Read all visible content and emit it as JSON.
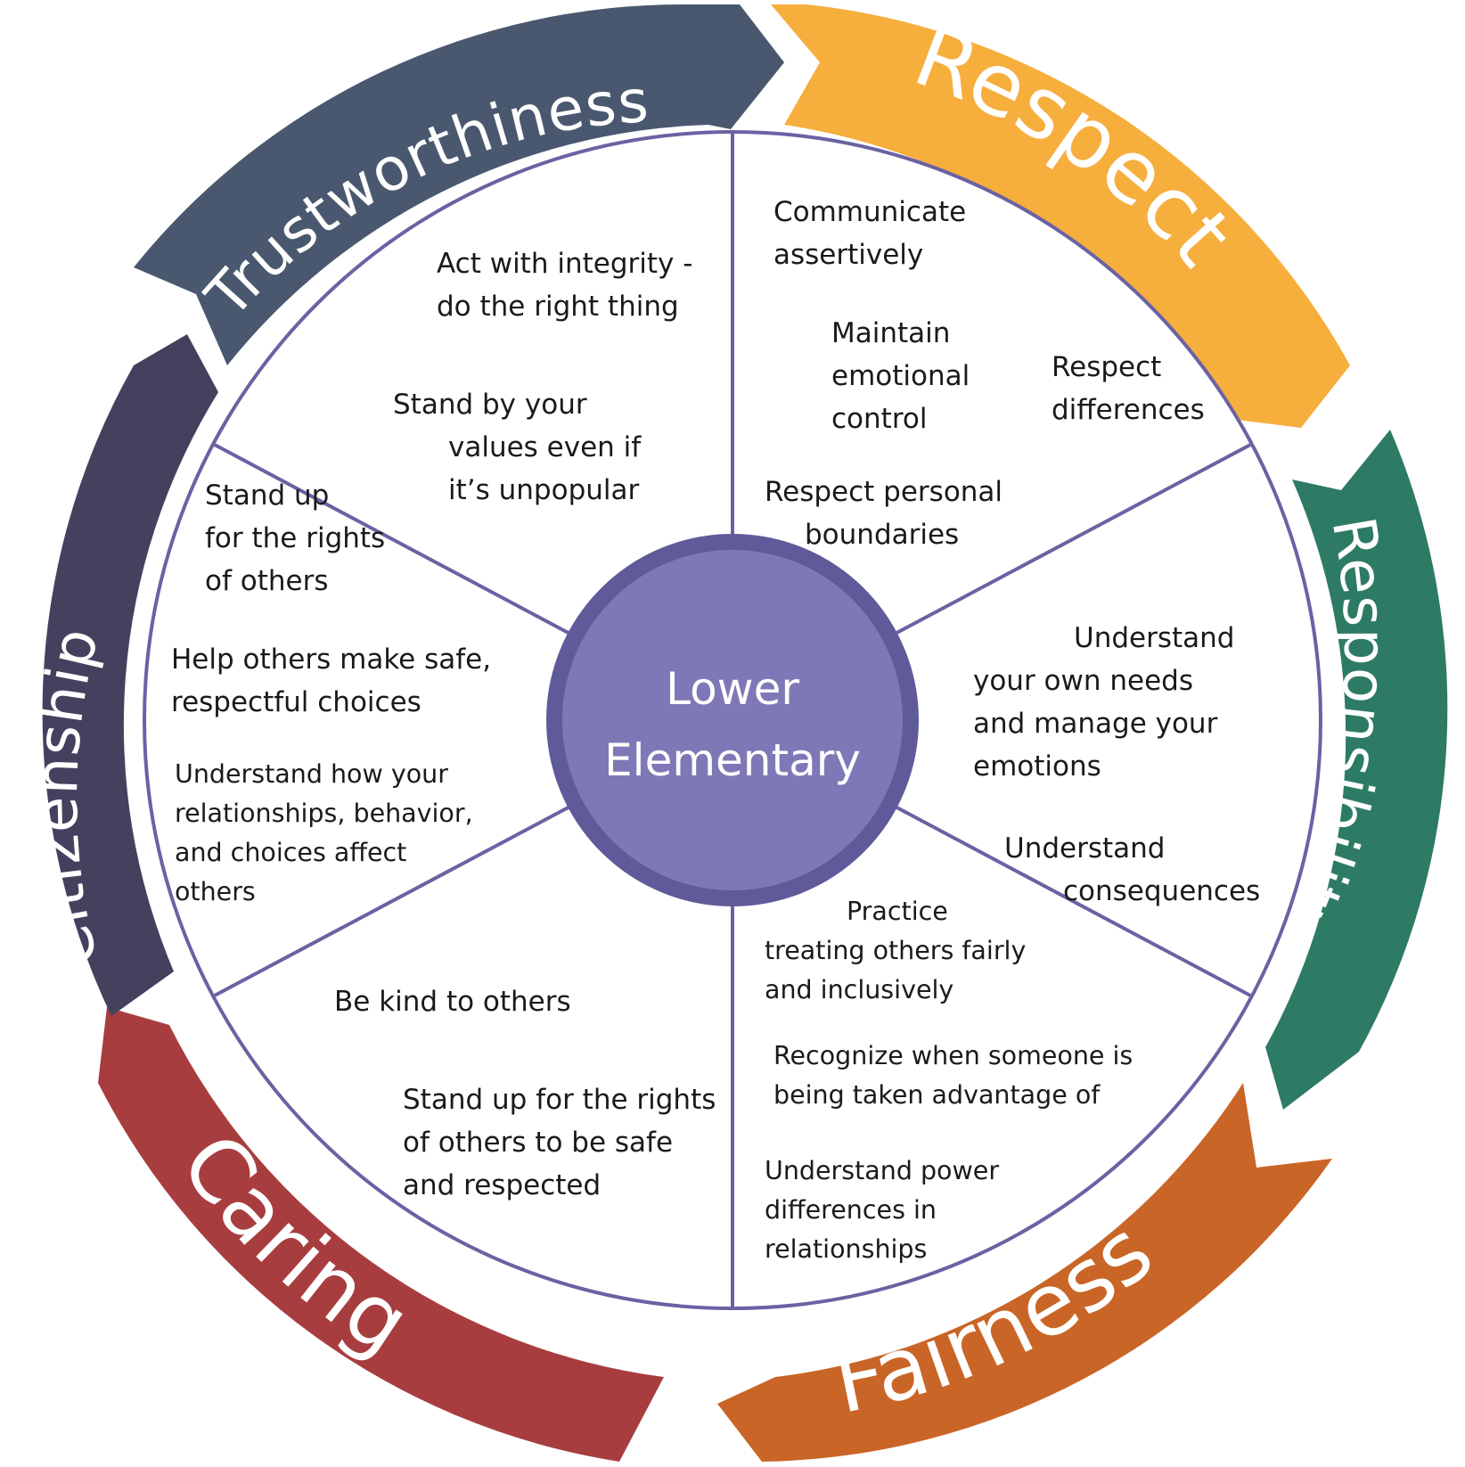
{
  "center": {
    "line1": "Lower",
    "line2": "Elementary",
    "color": "#7f78b7",
    "ring_color": "#5f5a99"
  },
  "wheel": {
    "divider_color": "#6a62a3"
  },
  "values": [
    {
      "name": "Trustworthiness",
      "color": "#4a586f"
    },
    {
      "name": "Respect",
      "color": "#f6ae3d"
    },
    {
      "name": "Responsibility",
      "color": "#2e7b65"
    },
    {
      "name": "Fairness",
      "color": "#c96526"
    },
    {
      "name": "Caring",
      "color": "#a83d40"
    },
    {
      "name": "Citizenship",
      "color": "#46405f"
    }
  ],
  "sections": {
    "trustworthiness": [
      {
        "lines": [
          "Act with integrity -",
          "do the right thing"
        ]
      },
      {
        "lines": [
          "Stand by your",
          "values even if",
          "it’s unpopular"
        ]
      }
    ],
    "respect": [
      {
        "lines": [
          "Communicate",
          "assertively"
        ]
      },
      {
        "lines": [
          "Maintain",
          "emotional",
          "control"
        ]
      },
      {
        "lines": [
          "Respect",
          "differences"
        ]
      },
      {
        "lines": [
          "Respect personal",
          "boundaries"
        ]
      }
    ],
    "responsibility": [
      {
        "lines": [
          "Understand",
          "your own needs",
          "and manage your",
          "emotions"
        ]
      },
      {
        "lines": [
          "Understand",
          "consequences"
        ]
      }
    ],
    "fairness": [
      {
        "lines": [
          "Practice",
          "treating others fairly",
          "and inclusively"
        ]
      },
      {
        "lines": [
          "Recognize when someone is",
          "being taken advantage of"
        ]
      },
      {
        "lines": [
          "Understand power",
          "differences in",
          "relationships"
        ]
      }
    ],
    "caring": [
      {
        "lines": [
          "Be kind to others"
        ]
      },
      {
        "lines": [
          "Stand up for the rights",
          "of others to be safe",
          "and respected"
        ]
      }
    ],
    "citizenship": [
      {
        "lines": [
          "Stand up",
          "for the rights",
          "of others"
        ]
      },
      {
        "lines": [
          "Help others make safe,",
          "respectful choices"
        ]
      },
      {
        "lines": [
          "Understand how your",
          "relationships, behavior,",
          "and choices affect",
          "others"
        ]
      }
    ]
  }
}
